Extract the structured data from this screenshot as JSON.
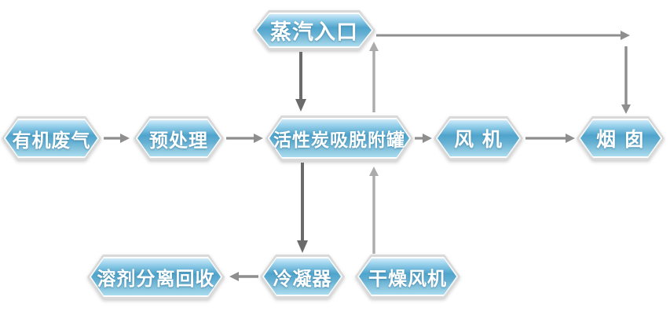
{
  "diagram": {
    "type": "flowchart",
    "background": "#ffffff",
    "nodes": [
      {
        "id": "steam-inlet",
        "label": "蒸汽入口"
      },
      {
        "id": "organic-waste-gas",
        "label": "有机废气"
      },
      {
        "id": "pretreatment",
        "label": "预处理"
      },
      {
        "id": "activated-carbon-tank",
        "label": "活性炭吸脱附罐"
      },
      {
        "id": "fan",
        "label": "风 机"
      },
      {
        "id": "chimney",
        "label": "烟 囱"
      },
      {
        "id": "solvent-separation-recovery",
        "label": "溶剂分离回收"
      },
      {
        "id": "condenser",
        "label": "冷凝器"
      },
      {
        "id": "drying-fan",
        "label": "干燥风机"
      }
    ],
    "edges": [
      {
        "from": "有机废气",
        "to": "预处理"
      },
      {
        "from": "预处理",
        "to": "活性炭吸脱附罐"
      },
      {
        "from": "蒸汽入口",
        "to": "活性炭吸脱附罐"
      },
      {
        "from": "活性炭吸脱附罐",
        "to": "风 机"
      },
      {
        "from": "风 机",
        "to": "烟 囱"
      },
      {
        "from": "活性炭吸脱附罐",
        "to": "烟 囱",
        "route": "up-across-top-then-down"
      },
      {
        "from": "活性炭吸脱附罐",
        "to": "冷凝器"
      },
      {
        "from": "冷凝器",
        "to": "溶剂分离回收"
      },
      {
        "from": "干燥风机",
        "to": "活性炭吸脱附罐"
      }
    ],
    "colors": {
      "arrow_dark": "#6b6b6b",
      "arrow_mid": "#8e8e8e",
      "arrow_light": "#ababab",
      "node_rim": "#d9d9d9",
      "node_inner_line": "#fbfdfe",
      "node_blue_top": "#cfeaf7",
      "node_blue_light": "#9ad2ec",
      "node_blue_mid": "#4fa4cc",
      "node_blue_mid2": "#66b0d3",
      "node_blue_soft": "#8ec9e1",
      "node_blue_bottom": "#a9dcef",
      "label_color": "#ffffff"
    }
  }
}
